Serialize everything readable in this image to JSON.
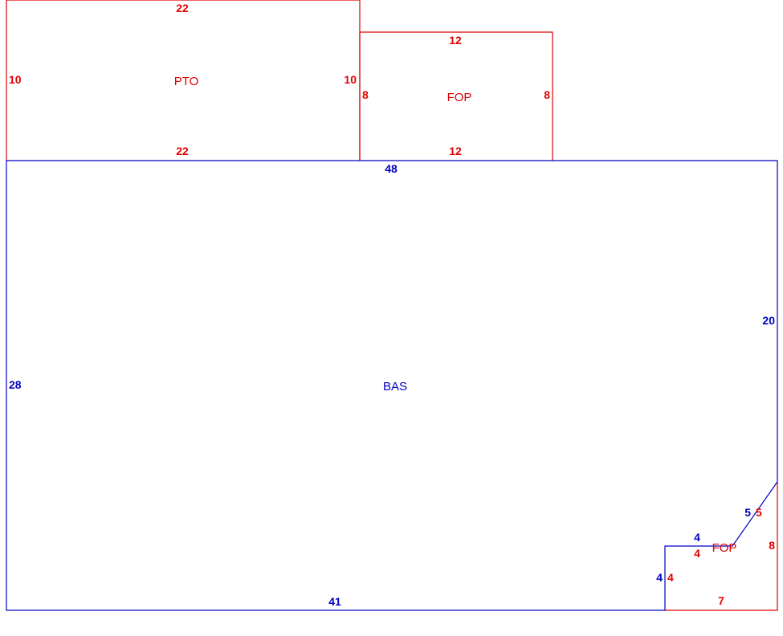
{
  "colors": {
    "base": "#0000c0",
    "addition": "#e00000",
    "background": "#ffffff"
  },
  "areas": {
    "pto": {
      "name": "PTO",
      "dims": {
        "top": "22",
        "bottom": "22",
        "left": "10",
        "right": "10"
      }
    },
    "fop_top": {
      "name": "FOP",
      "dims": {
        "top": "12",
        "bottom": "12",
        "left": "8",
        "right": "8"
      }
    },
    "bas": {
      "name": "BAS",
      "dims": {
        "top": "48",
        "left": "28",
        "right": "20",
        "bottom": "41",
        "notch_vertical": "4",
        "notch_horizontal": "4",
        "diagonal": "5"
      }
    },
    "fop_corner": {
      "name": "FOP",
      "dims": {
        "diagonal": "5",
        "right": "8",
        "bottom": "7",
        "left": "4",
        "top": "4"
      }
    }
  }
}
